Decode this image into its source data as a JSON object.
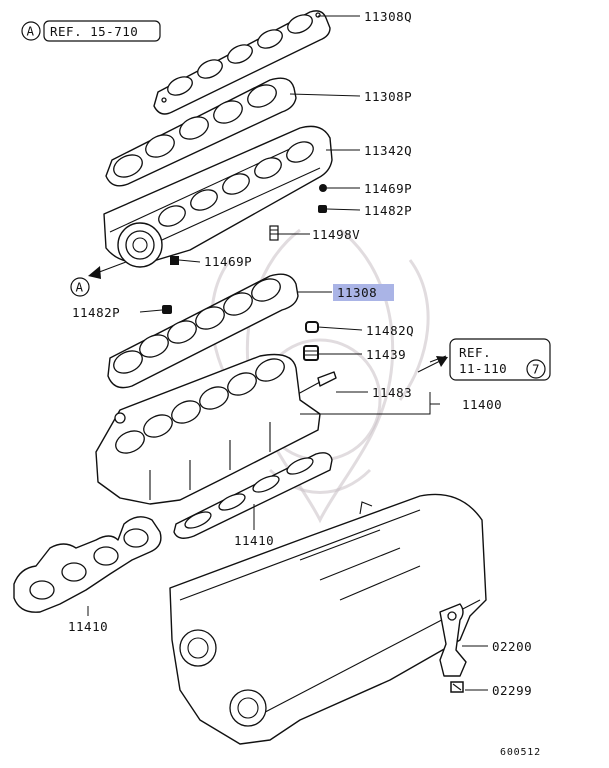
{
  "references": {
    "ref_a": {
      "circle": "A",
      "text": "REF. 15-710"
    },
    "ref_7": {
      "text_line1": "REF.",
      "text_line2": "11-110",
      "circle": "7"
    },
    "arrow_a_circle": "A"
  },
  "part_labels": {
    "p11308Q": "11308Q",
    "p11308P": "11308P",
    "p11342Q": "11342Q",
    "p11469P_top": "11469P",
    "p11482P_top": "11482P",
    "p11498V": "11498V",
    "p11469P_mid": "11469P",
    "p11308": "11308",
    "p11482P_left": "11482P",
    "p11482Q": "11482Q",
    "p11439": "11439",
    "p11483": "11483",
    "p11400": "11400",
    "p11410_center": "11410",
    "p11410_left": "11410",
    "p02200": "02200",
    "p02299": "02299"
  },
  "highlighted_part": "11308",
  "footer_code": "600512",
  "colors": {
    "highlight": "#aab4e6",
    "ink": "#111111",
    "watermark": "#c9c0c4"
  }
}
